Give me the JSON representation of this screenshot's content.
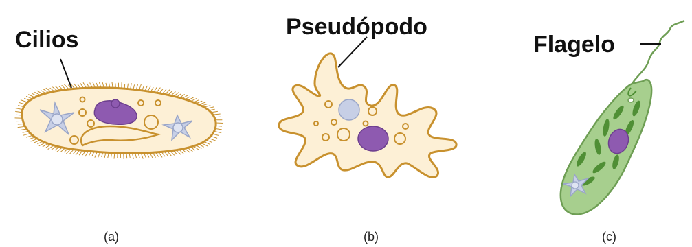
{
  "labels": {
    "cilia": "Cilios",
    "pseudopod": "Pseudópodo",
    "flagellum": "Flagelo"
  },
  "captions": {
    "a": "(a)",
    "b": "(b)",
    "c": "(c)"
  },
  "colors": {
    "cytoplasm": "#fdf0d6",
    "membrane": "#c8912e",
    "nucleus": "#8e5ab0",
    "contractile_vacuole": "#c7cfe6",
    "euglena_body": "#a7cf8e",
    "euglena_outline": "#6e9e54",
    "chloroplast": "#4f8f35",
    "text": "#111111"
  }
}
